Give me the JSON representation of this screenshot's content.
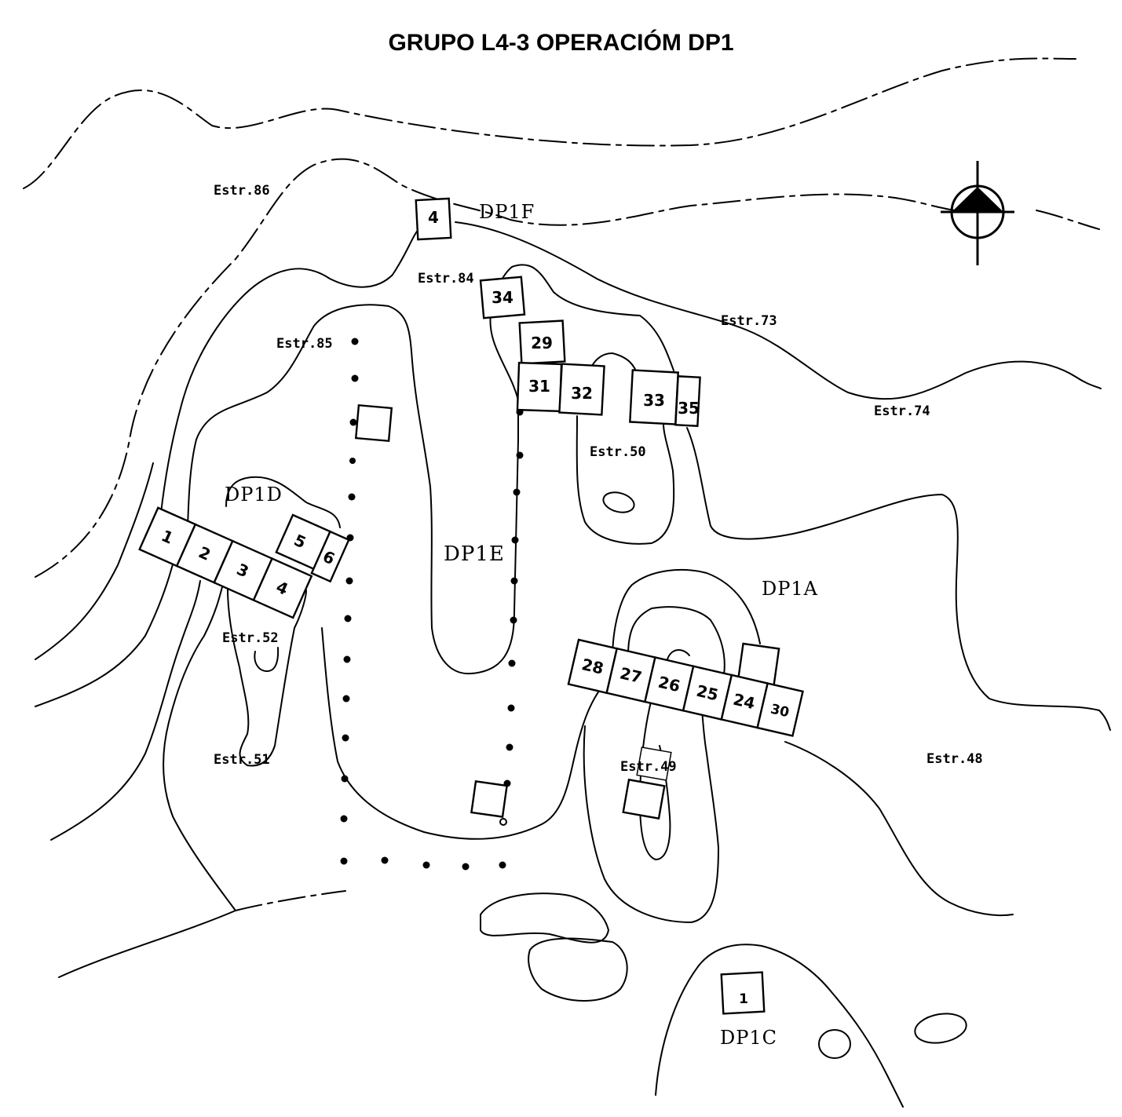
{
  "title": "GRUPO L4-3 OPERACIÓM DP1",
  "operations": [
    {
      "id": "DP1F",
      "label": "DP1F"
    },
    {
      "id": "DP1D",
      "label": "DP1D"
    },
    {
      "id": "DP1E",
      "label": "DP1E"
    },
    {
      "id": "DP1A",
      "label": "DP1A"
    },
    {
      "id": "DP1C",
      "label": "DP1C"
    }
  ],
  "structures": [
    {
      "label": "Estr.86"
    },
    {
      "label": "Estr.84"
    },
    {
      "label": "Estr.85"
    },
    {
      "label": "Estr.73"
    },
    {
      "label": "Estr.74"
    },
    {
      "label": "Estr.50"
    },
    {
      "label": "Estr.52"
    },
    {
      "label": "Estr.51"
    },
    {
      "label": "Estr.49"
    },
    {
      "label": "Estr.48"
    }
  ],
  "units": {
    "dp1f": [
      "4"
    ],
    "dp1e_north": [
      "34",
      "29",
      "31",
      "32",
      "33",
      "35"
    ],
    "dp1d": [
      "1",
      "2",
      "3",
      "4",
      "5",
      "6"
    ],
    "dp1a": [
      "28",
      "27",
      "26",
      "25",
      "24",
      "30"
    ],
    "dp1c": [
      "1"
    ]
  },
  "north_arrow": {
    "icon": "north-arrow-icon"
  }
}
